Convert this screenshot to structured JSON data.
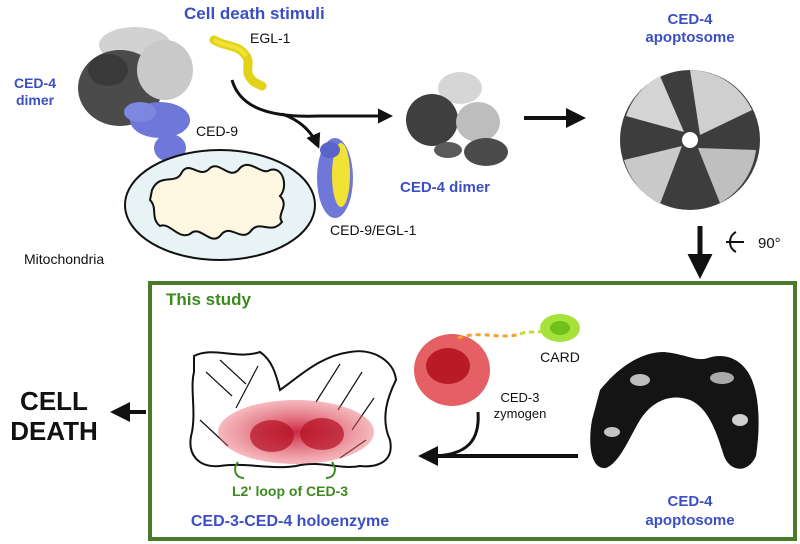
{
  "top": {
    "stimuli_title": "Cell death stimuli",
    "egl1_label": "EGL-1",
    "ced4_dimer_left_line1": "CED-4",
    "ced4_dimer_left_line2": "dimer",
    "ced9_label": "CED-9",
    "mitochondria_label": "Mitochondria",
    "complex_label": "CED-9/EGL-1",
    "ced4_dimer_mid": "CED-4  dimer",
    "apoptosome_top_line1": "CED-4",
    "apoptosome_top_line2": "apoptosome",
    "rotation_label": "90°"
  },
  "study": {
    "title": "This study",
    "card_label": "CARD",
    "zymogen_line1": "CED-3",
    "zymogen_line2": "zymogen",
    "loop_label": "L2' loop of CED-3",
    "holoenzyme_label": "CED-3-CED-4 holoenzyme",
    "apoptosome_line1": "CED-4",
    "apoptosome_line2": "apoptosome"
  },
  "outcome": {
    "line1": "CELL",
    "line2": "DEATH"
  },
  "colors": {
    "label_blue": "#3b4fc4",
    "study_green": "#3d8a1f",
    "ced9_blue": "#6f78d8",
    "egl1_yellow": "#f2e234",
    "mito_fill": "#e8f3f6",
    "mito_inner": "#fdf6e1",
    "ced3_red": "#e0444a",
    "card_green": "#a6e23a"
  }
}
